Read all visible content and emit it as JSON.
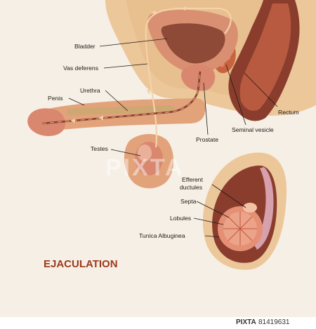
{
  "title": "EJACULATION",
  "labels": {
    "bladder": "Bladder",
    "vas_deferens": "Vas deferens",
    "urethra": "Urethra",
    "penis": "Penis",
    "testes": "Testes",
    "prostate": "Prostate",
    "seminal_vesicle": "Seminal vesicle",
    "rectum": "Rectum",
    "efferent_line1": "Efferent",
    "efferent_line2": "ductules",
    "septa": "Septa",
    "lobules": "Lobules",
    "tunica": "Tunica Albuginea"
  },
  "watermark": "PIXTA",
  "footer": {
    "brand": "PIXTA",
    "number": "81419631"
  },
  "colors": {
    "background": "#f6efe6",
    "body_tan": "#ecc79a",
    "skin": "#e2a37a",
    "rectum": "#8a3d2c",
    "bladder_inner": "#8e4a36",
    "prostate": "#d9886f",
    "title": "#9c3a1c"
  }
}
